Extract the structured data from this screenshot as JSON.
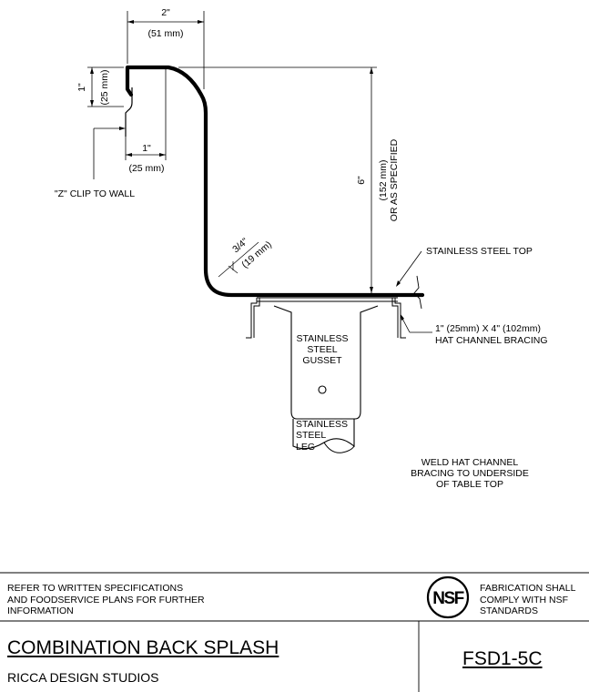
{
  "dimensions": {
    "top_width": "2\"",
    "top_width_mm": "(51 mm)",
    "lip_height": "1\"",
    "lip_height_mm": "(25 mm)",
    "clip_width": "1\"",
    "clip_width_mm": "(25 mm)",
    "splash_height": "6\"",
    "splash_height_mm": "(152 mm)",
    "splash_height_note": "OR AS SPECIFIED",
    "radius": "3/4\"",
    "radius_mm": "(19 mm)"
  },
  "callouts": {
    "z_clip": "\"Z\" CLIP TO WALL",
    "stainless_top": "STAINLESS STEEL TOP",
    "hat_channel_1": "1\" (25mm) X 4\" (102mm)",
    "hat_channel_2": "HAT CHANNEL BRACING",
    "gusset_1": "STAINLESS",
    "gusset_2": "STEEL",
    "gusset_3": "GUSSET",
    "leg_1": "STAINLESS",
    "leg_2": "STEEL",
    "leg_3": "LEG",
    "weld_1": "WELD HAT CHANNEL",
    "weld_2": "BRACING TO UNDERSIDE",
    "weld_3": "OF TABLE TOP"
  },
  "title_block": {
    "note_left": "REFER TO WRITTEN SPECIFICATIONS\nAND FOODSERVICE PLANS FOR FURTHER\nINFORMATION",
    "logo_text": "NSF",
    "note_right": "FABRICATION SHALL\nCOMPLY WITH NSF\nSTANDARDS",
    "title": "COMBINATION BACK SPLASH",
    "company": "RICCA DESIGN STUDIOS",
    "drawing_number": "FSD1-5C"
  }
}
